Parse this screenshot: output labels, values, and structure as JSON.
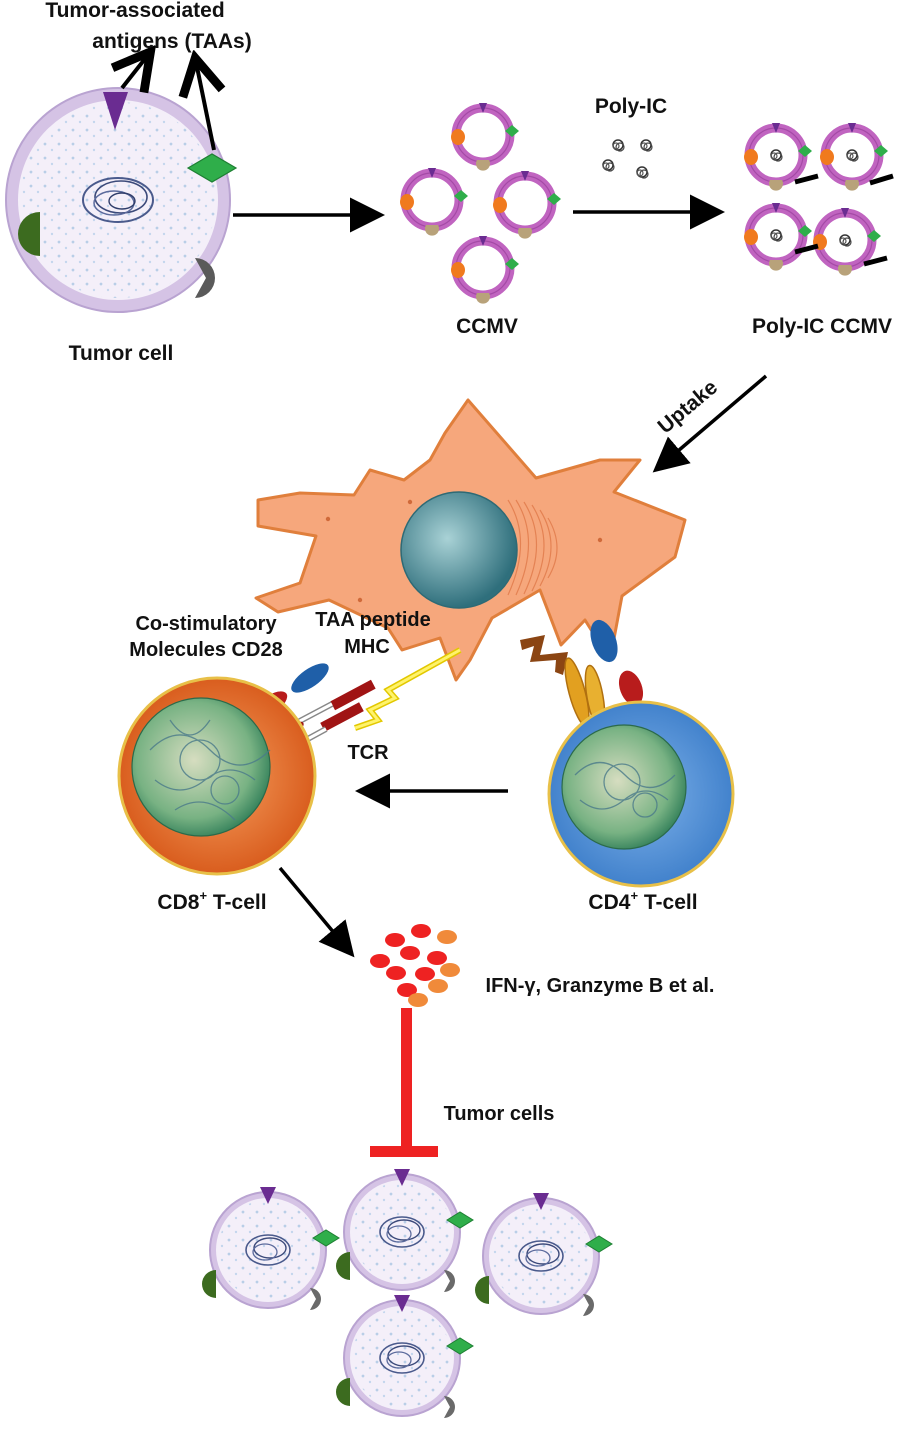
{
  "labels": {
    "taa_line1": "Tumor-associated",
    "taa_line2": "antigens (TAAs)",
    "tumor_cell": "Tumor cell",
    "poly_ic": "Poly-IC",
    "ccmv": "CCMV",
    "poly_ic_ccmv": "Poly-IC  CCMV",
    "uptake": "Uptake",
    "costim_line1": "Co-stimulatory",
    "costim_line2": "Molecules CD28",
    "taa_peptide": "TAA peptide",
    "mhc": "MHC",
    "tcr": "TCR",
    "cd8": "CD8",
    "cd4": "CD4",
    "superscript_plus": "+",
    "t_cell": " T-cell",
    "cytokines": "IFN-γ, Granzyme B et al.",
    "tumor_cells": "Tumor cells"
  },
  "colors": {
    "membrane": "#c9b3d9",
    "cytoplasm": "#f3eef8",
    "nucleus": "#3c4a7a",
    "antigen_purple": "#6a2c91",
    "antigen_green": "#2fae4a",
    "antigen_darkgreen": "#3c6b1f",
    "antigen_gray": "#555555",
    "capsid_ring": "#c064c0",
    "dendritic_cell": "#f4a77c",
    "dc_nucleus": "#3f8a96",
    "cd8_cell": "#e06a2a",
    "cd4_cell": "#4f8fd6",
    "t_nucleus": "#3c9a6a",
    "inhibit_red": "#ee2222"
  }
}
